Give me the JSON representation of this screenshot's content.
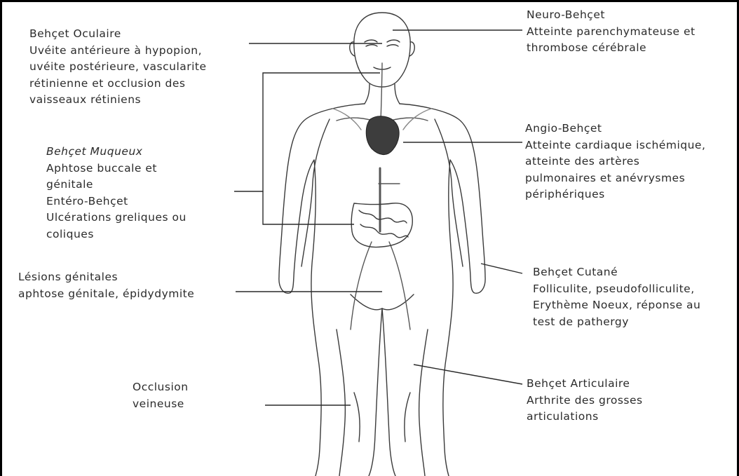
{
  "labels": {
    "oculaire": {
      "title": "Behçet Oculaire",
      "lines": [
        "Uvéite antérieure à hypopion,",
        "uvéite postérieure, vascularite",
        "rétinienne et occlusion des",
        "vaisseaux rétiniens"
      ]
    },
    "muqueux": {
      "title": "Behçet Muqueux",
      "lines": [
        "Aphtose buccale et",
        "génitale",
        "Entéro-Behçet",
        "Ulcérations greliques ou",
        "coliques"
      ]
    },
    "genitales": {
      "title": "Lésions génitales",
      "lines": [
        "aphtose génitale, épidydymite"
      ]
    },
    "occlusion": {
      "lines": [
        "Occlusion",
        "veineuse"
      ]
    },
    "neuro": {
      "title": "Neuro-Behçet",
      "lines": [
        "Atteinte parenchymateuse et",
        "thrombose cérébrale"
      ]
    },
    "angio": {
      "title": "Angio-Behçet",
      "lines": [
        "Atteinte cardiaque ischémique,",
        "atteinte des artères",
        "pulmonaires et anévrysmes",
        "périphériques"
      ]
    },
    "cutane": {
      "title": "Behçet Cutané",
      "lines": [
        "Folliculite, pseudofolliculite,",
        "Erythème Noeux, réponse au",
        "test de pathergy"
      ]
    },
    "articulaire": {
      "title": "Behçet Articulaire",
      "lines": [
        "Arthrite des grosses",
        "articulations"
      ]
    }
  }
}
